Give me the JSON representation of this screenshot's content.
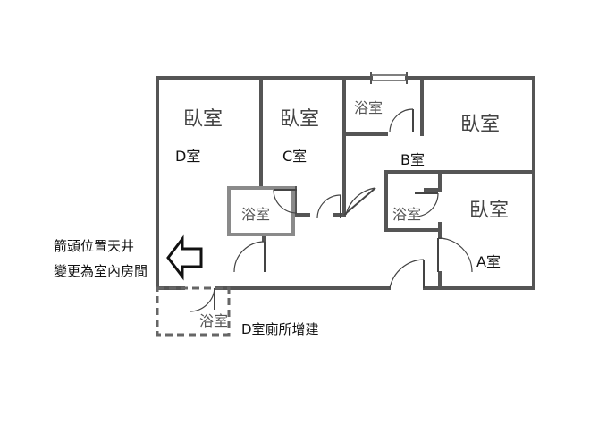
{
  "rooms": {
    "d_bedroom": "臥室",
    "c_bedroom": "臥室",
    "b_bedroom": "臥室",
    "a_bedroom": "臥室",
    "d_room": "D室",
    "c_room": "C室",
    "b_room": "B室",
    "a_room": "A室",
    "bath_top": "浴室",
    "bath_center": "浴室",
    "bath_a": "浴室",
    "bath_d": "浴室"
  },
  "notes": {
    "arrow_note_line1": "箭頭位置天井",
    "arrow_note_line2": "變更為室內房間",
    "d_toilet_note": "D室廁所增建"
  }
}
